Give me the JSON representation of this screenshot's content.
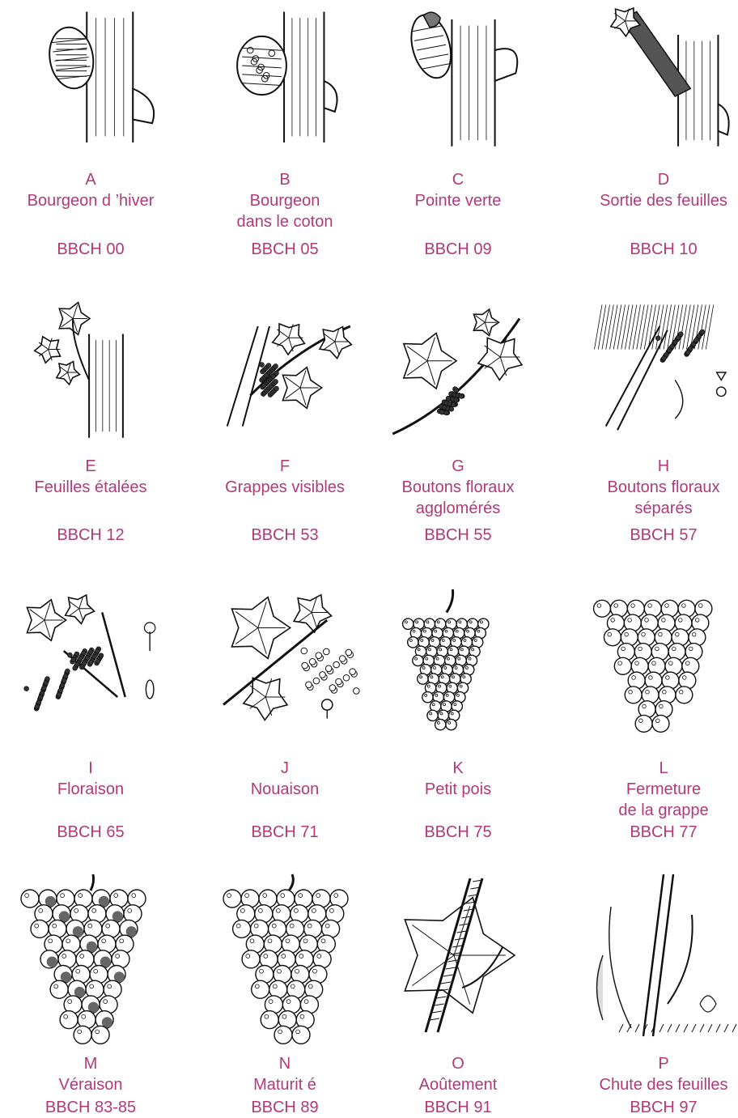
{
  "colors": {
    "text": "#b03a7a",
    "ink": "#111111"
  },
  "stages": [
    {
      "letter": "A",
      "name_lines": [
        "Bourgeon d ’hiver"
      ],
      "code": "BBCH 00",
      "icon": "dormant-bud-illustration"
    },
    {
      "letter": "B",
      "name_lines": [
        "Bourgeon",
        "dans le coton"
      ],
      "code": "BBCH 05",
      "icon": "woolly-bud-illustration"
    },
    {
      "letter": "C",
      "name_lines": [
        "Pointe verte"
      ],
      "code": "BBCH 09",
      "icon": "green-tip-illustration"
    },
    {
      "letter": "D",
      "name_lines": [
        "Sortie des feuilles"
      ],
      "code": "BBCH 10",
      "icon": "leaf-emergence-illustration"
    },
    {
      "letter": "E",
      "name_lines": [
        "Feuilles  étalées"
      ],
      "code": "BBCH 12",
      "icon": "leaves-unfolded-illustration"
    },
    {
      "letter": "F",
      "name_lines": [
        "Grappes visibles"
      ],
      "code": "BBCH 53",
      "icon": "visible-clusters-illustration"
    },
    {
      "letter": "G",
      "name_lines": [
        "Boutons floraux",
        "agglomérés"
      ],
      "code": "BBCH 55",
      "icon": "agglomerated-buds-illustration"
    },
    {
      "letter": "H",
      "name_lines": [
        "Boutons floraux",
        "séparés"
      ],
      "code": "BBCH 57",
      "icon": "separated-buds-illustration"
    },
    {
      "letter": "I",
      "name_lines": [
        "Floraison"
      ],
      "code": "BBCH 65",
      "icon": "flowering-illustration"
    },
    {
      "letter": "J",
      "name_lines": [
        "Nouaison"
      ],
      "code": "BBCH 71",
      "icon": "fruit-set-illustration"
    },
    {
      "letter": "K",
      "name_lines": [
        "Petit pois"
      ],
      "code": "BBCH 75",
      "icon": "pea-size-berries-illustration"
    },
    {
      "letter": "L",
      "name_lines": [
        "Fermeture",
        "de la grappe"
      ],
      "code": "BBCH 77",
      "icon": "bunch-closure-illustration"
    },
    {
      "letter": "M",
      "name_lines": [
        "Véraison"
      ],
      "code": "BBCH 83-85",
      "icon": "veraison-illustration"
    },
    {
      "letter": "N",
      "name_lines": [
        "Maturit é"
      ],
      "code": "BBCH 89",
      "icon": "maturity-illustration"
    },
    {
      "letter": "O",
      "name_lines": [
        "Aoûtement"
      ],
      "code": "BBCH 91",
      "icon": "wood-ripening-illustration"
    },
    {
      "letter": "P",
      "name_lines": [
        "Chute des feuilles"
      ],
      "code": "BBCH 97",
      "icon": "leaf-fall-illustration"
    }
  ]
}
